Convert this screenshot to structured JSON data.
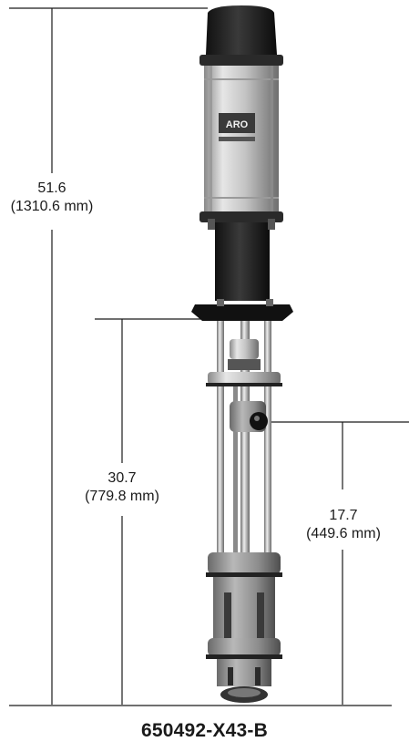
{
  "dimensions": {
    "overall": {
      "value": "51.6",
      "metric": "(1310.6 mm)"
    },
    "lower": {
      "value": "30.7",
      "metric": "(779.8 mm)"
    },
    "outlet": {
      "value": "17.7",
      "metric": "(449.6 mm)"
    }
  },
  "brand_label": "ARO",
  "model_number": "650492-X43-B",
  "colors": {
    "ink": "#1a1a1a",
    "cap": "#2b2b2b",
    "body": "#c8c8c8",
    "shadow": "#7a7a7a"
  }
}
